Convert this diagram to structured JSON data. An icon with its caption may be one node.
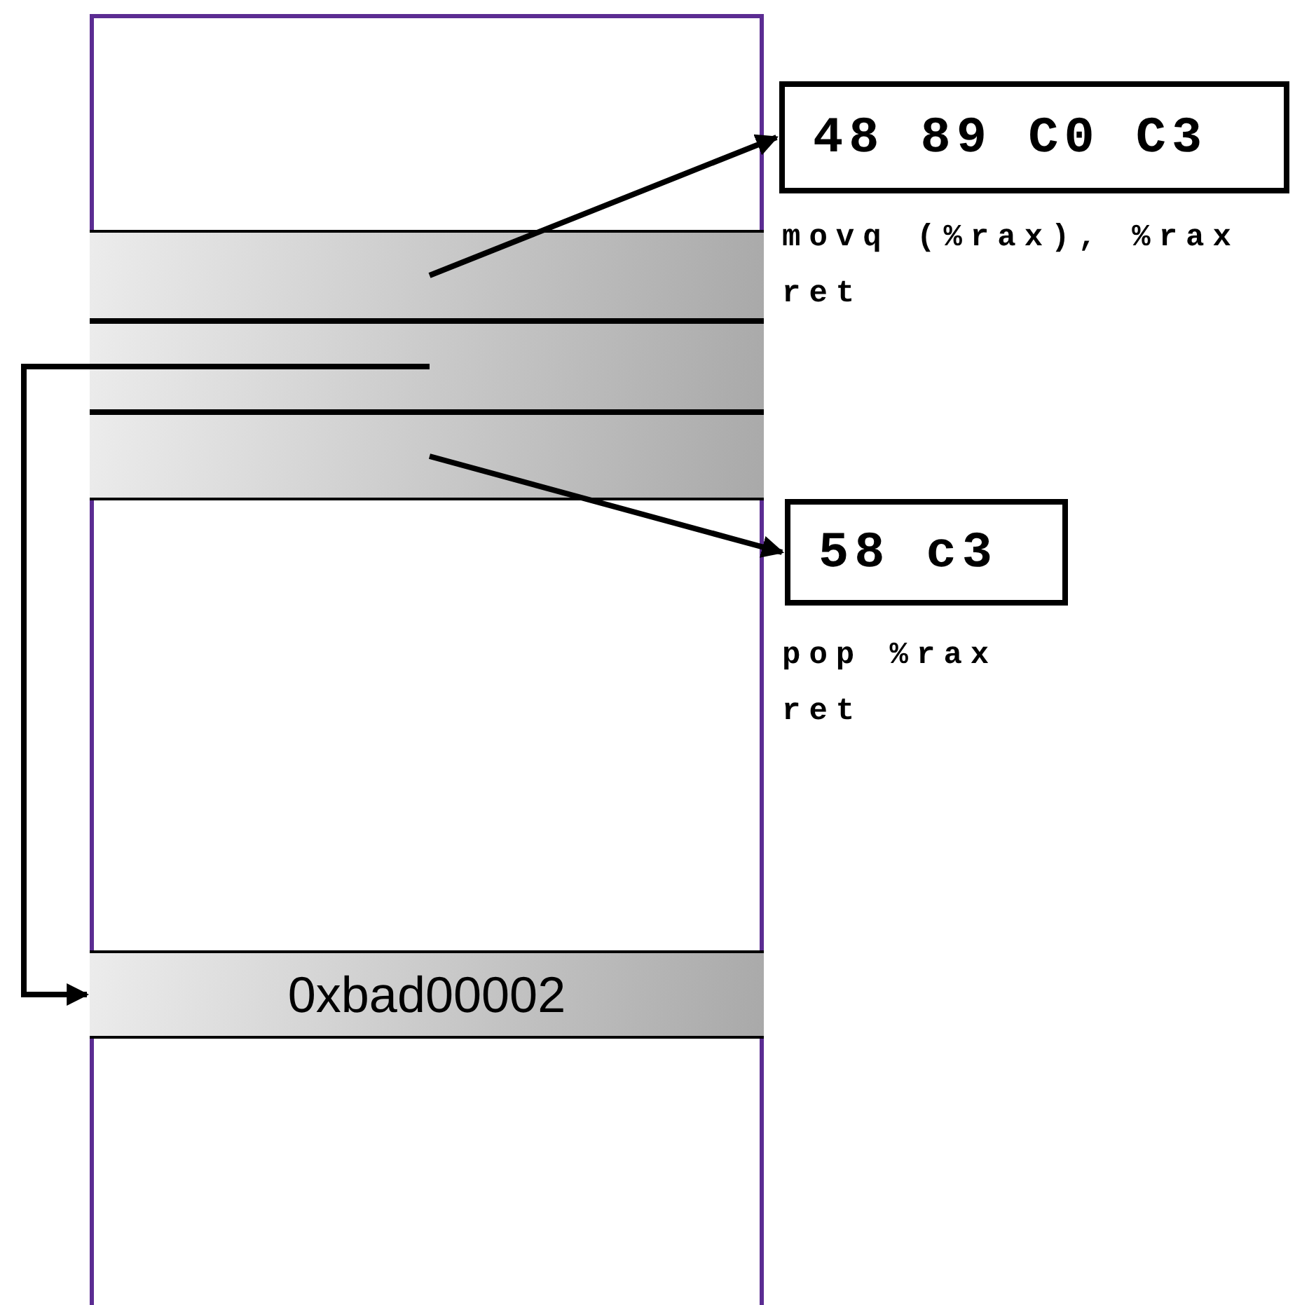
{
  "diagram": {
    "nodes": [
      {
        "text": [],
        "shape": "box"
      },
      {
        "text": [],
        "shape": "bar",
        "in": 0
      },
      {
        "text": [],
        "shape": "bar",
        "in": 0
      },
      {
        "text": [],
        "shape": "bar",
        "in": 0
      },
      {
        "text": [
          "0xbad00002"
        ],
        "in": 0
      },
      {
        "text": [
          "48 89 C0 C3"
        ],
        "beside": [
          "movq (%rax), %rax ret"
        ]
      },
      {
        "text": [
          "58 c3"
        ],
        "beside": [
          "pop %rax ret"
        ]
      }
    ],
    "edges": [
      {
        "from": 1,
        "to": 5,
        "arrow": "to"
      },
      {
        "from": 3,
        "to": 6,
        "arrow": "to"
      },
      {
        "from": 2,
        "to": 4,
        "arrow": "to"
      }
    ]
  }
}
